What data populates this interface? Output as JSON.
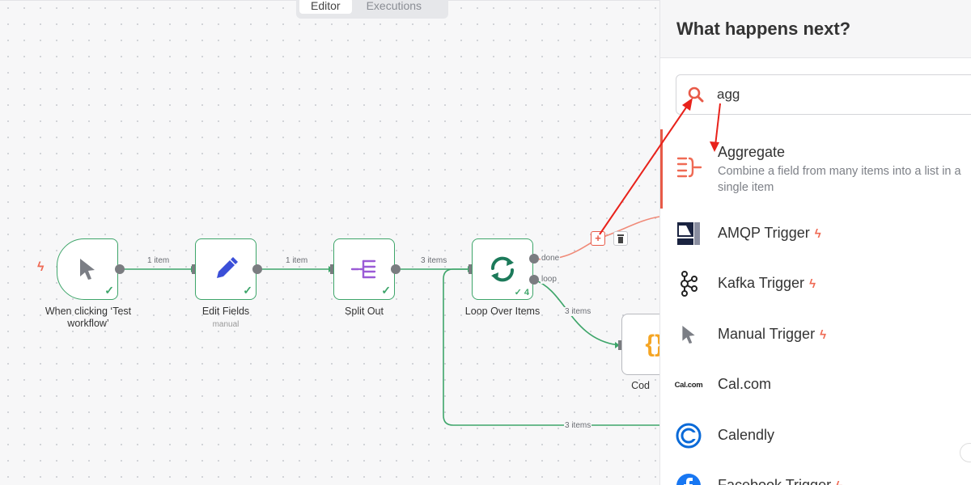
{
  "tabs": {
    "editor": "Editor",
    "executions": "Executions"
  },
  "nodes": {
    "trigger": {
      "label": "When clicking ‘Test workflow’",
      "icon": "cursor-icon"
    },
    "edit_fields": {
      "label": "Edit Fields",
      "sub": "manual",
      "icon": "pencil-icon"
    },
    "split_out": {
      "label": "Split Out",
      "icon": "split-icon"
    },
    "loop": {
      "label": "Loop Over Items",
      "count": "4",
      "icon": "loop-icon"
    },
    "code": {
      "label": "Cod",
      "icon": "braces-icon"
    }
  },
  "edges": {
    "e1": "1 item",
    "e2": "1 item",
    "e3": "3 items",
    "done": "done",
    "loop": "loop",
    "loop_code": "3 items",
    "back": "3 items"
  },
  "panel": {
    "title": "What happens next?",
    "search": {
      "value": "agg"
    },
    "items": [
      {
        "name": "Aggregate",
        "desc": "Combine a field from many items into a list in a single item",
        "icon": "aggregate-icon"
      },
      {
        "name": "AMQP Trigger",
        "icon": "amqp-icon",
        "trigger": true
      },
      {
        "name": "Kafka Trigger",
        "icon": "kafka-icon",
        "trigger": true
      },
      {
        "name": "Manual Trigger",
        "icon": "cursor-icon",
        "trigger": true
      },
      {
        "name": "Cal.com",
        "icon": "calcom-icon",
        "icon_text": "Cal.com"
      },
      {
        "name": "Calendly",
        "icon": "calendly-icon"
      },
      {
        "name": "Facebook Trigger",
        "icon": "facebook-icon",
        "trigger": true
      }
    ]
  },
  "colors": {
    "success": "#3ea56a",
    "accent": "#e85a48",
    "annotation": "#e8221b"
  }
}
